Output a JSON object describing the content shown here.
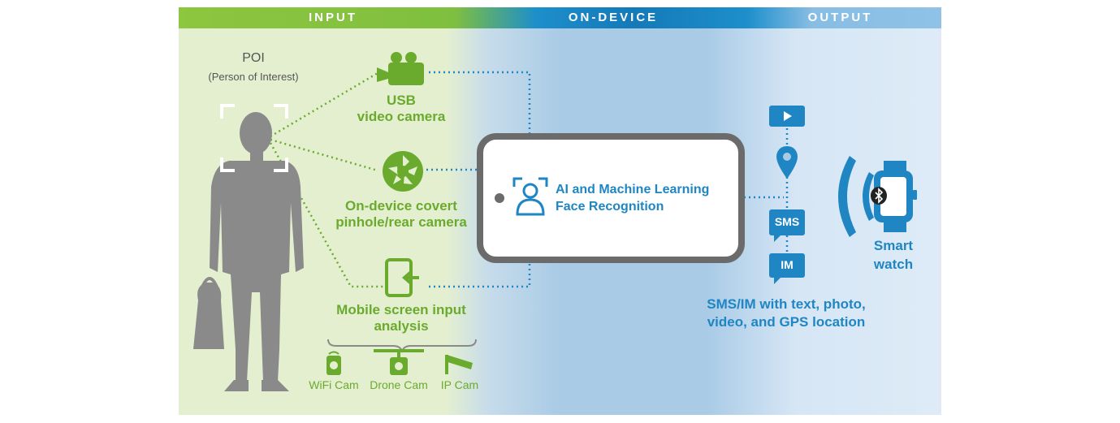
{
  "header": {
    "input_label": "INPUT",
    "on_device_label": "ON-DEVICE",
    "output_label": "OUTPUT"
  },
  "poi": {
    "title": "POI",
    "subtitle": "(Person of Interest)"
  },
  "inputs": {
    "usb_line1": "USB",
    "usb_line2": "video camera",
    "covert_line1": "On-device covert",
    "covert_line2": "pinhole/rear camera",
    "screen_line1": "Mobile screen input",
    "screen_line2": "analysis"
  },
  "sources": {
    "wifi": "WiFi Cam",
    "drone": "Drone Cam",
    "ip": "IP Cam"
  },
  "device": {
    "line1": "AI and Machine Learning",
    "line2": "Face Recognition"
  },
  "outputs": {
    "sms": "SMS",
    "im": "IM",
    "desc_line1": "SMS/IM with text, photo,",
    "desc_line2": "video, and GPS location",
    "watch_line1": "Smart",
    "watch_line2": "watch"
  },
  "colors": {
    "green": "#6aab2e",
    "blue": "#1f86c3",
    "silhouette": "#8a8a8a"
  },
  "icons": [
    "video-camera-icon",
    "camera-shutter-icon",
    "mobile-input-icon",
    "wifi-cam-icon",
    "drone-cam-icon",
    "ip-cam-icon",
    "face-recognition-icon",
    "play-icon",
    "location-pin-icon",
    "bluetooth-icon",
    "smart-watch-icon"
  ]
}
